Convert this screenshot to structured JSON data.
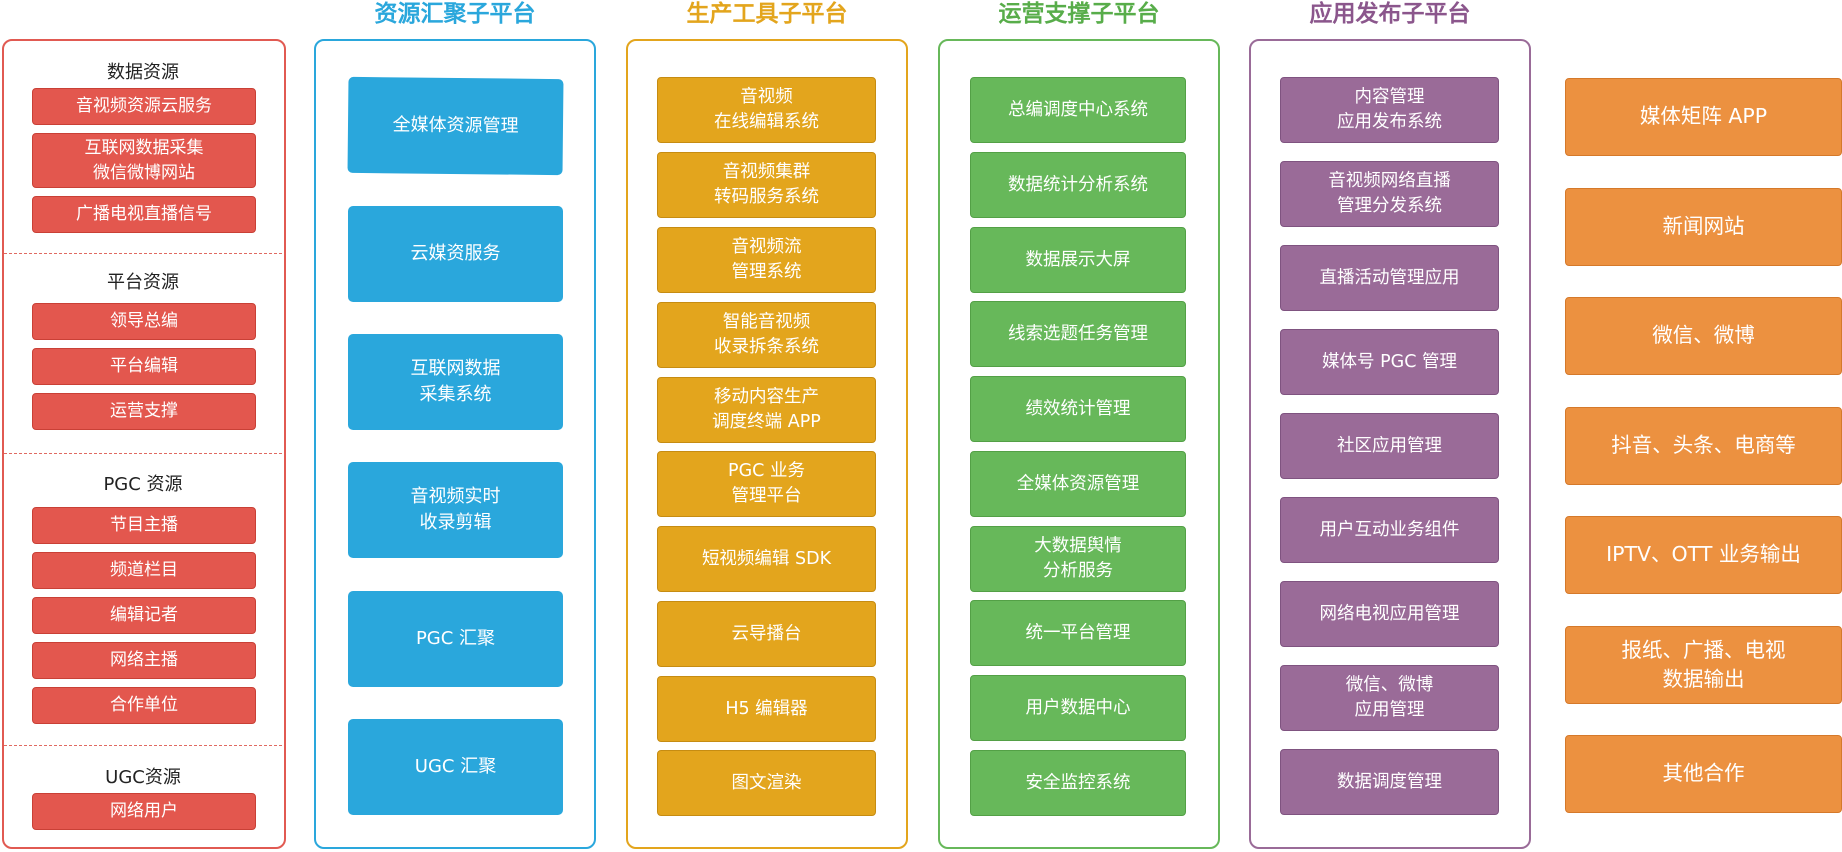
{
  "colors": {
    "resource": "#e3574e",
    "aggregation": "#2aa7dc",
    "production": "#e3a51d",
    "operation": "#67b85a",
    "publish": "#9a6b98",
    "output": "#ec9140"
  },
  "resources": {
    "data": {
      "title": "数据资源",
      "items": [
        "音视频资源云服务",
        "互联网数据采集\n微信微博网站",
        "广播电视直播信号"
      ]
    },
    "platform": {
      "title": "平台资源",
      "items": [
        "领导总编",
        "平台编辑",
        "运营支撑"
      ]
    },
    "pgc": {
      "title": "PGC 资源",
      "items": [
        "节目主播",
        "频道栏目",
        "编辑记者",
        "网络主播",
        "合作单位"
      ]
    },
    "ugc": {
      "title": "UGC资源",
      "items": [
        "网络用户"
      ]
    }
  },
  "aggregation": {
    "title": "资源汇聚子平台",
    "items": [
      "全媒体资源管理",
      "云媒资服务",
      "互联网数据\n采集系统",
      "音视频实时\n收录剪辑",
      "PGC 汇聚",
      "UGC 汇聚"
    ]
  },
  "production": {
    "title": "生产工具子平台",
    "items": [
      "音视频\n在线编辑系统",
      "音视频集群\n转码服务系统",
      "音视频流\n管理系统",
      "智能音视频\n收录拆条系统",
      "移动内容生产\n调度终端 APP",
      "PGC 业务\n管理平台",
      "短视频编辑 SDK",
      "云导播台",
      "H5 编辑器",
      "图文渲染"
    ]
  },
  "operation": {
    "title": "运营支撑子平台",
    "items": [
      "总编调度中心系统",
      "数据统计分析系统",
      "数据展示大屏",
      "线索选题任务管理",
      "绩效统计管理",
      "全媒体资源管理",
      "大数据舆情\n分析服务",
      "统一平台管理",
      "用户数据中心",
      "安全监控系统"
    ]
  },
  "publish": {
    "title": "应用发布子平台",
    "items": [
      "内容管理\n应用发布系统",
      "音视频网络直播\n管理分发系统",
      "直播活动管理应用",
      "媒体号 PGC 管理",
      "社区应用管理",
      "用户互动业务组件",
      "网络电视应用管理",
      "微信、微博\n应用管理",
      "数据调度管理"
    ]
  },
  "output": {
    "items": [
      "媒体矩阵 APP",
      "新闻网站",
      "微信、微博",
      "抖音、头条、电商等",
      "IPTV、OTT 业务输出",
      "报纸、广播、电视\n数据输出",
      "其他合作"
    ]
  }
}
